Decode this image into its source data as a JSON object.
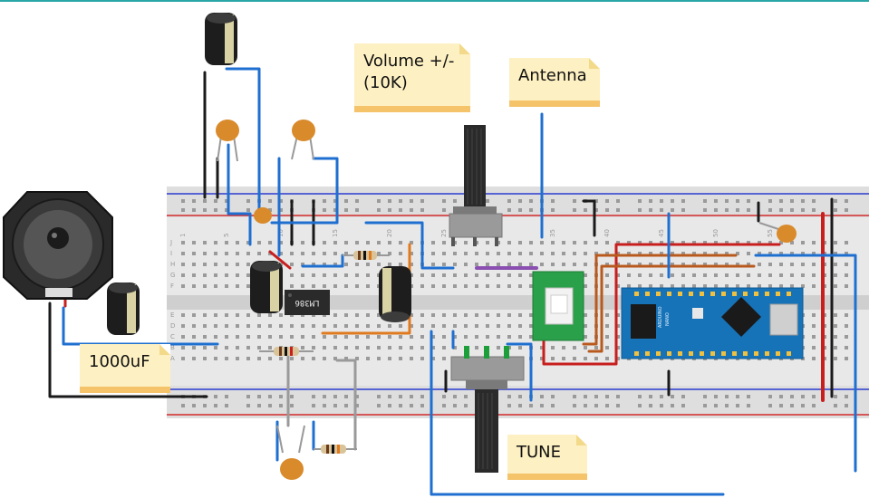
{
  "notes": {
    "volume_line1": "Volume +/-",
    "volume_line2": "(10K)",
    "antenna": "Antenna",
    "capacitor": "1000uF",
    "tune": "TUNE"
  },
  "components": {
    "amp_ic": "LM386",
    "mcu_label_top": "ARDUINO",
    "mcu_label_model": "NANO"
  },
  "breadboard": {
    "row_letters_bottom": [
      "A",
      "B",
      "C",
      "D",
      "E"
    ],
    "row_letters_top": [
      "F",
      "G",
      "H",
      "I",
      "J"
    ],
    "column_numbers": [
      "1",
      "5",
      "10",
      "15",
      "20",
      "25",
      "30",
      "35",
      "40",
      "45",
      "50",
      "55"
    ]
  },
  "colors": {
    "wire_blue": "#1f6fd0",
    "wire_black": "#1a1a1a",
    "wire_red": "#c81e1e",
    "wire_orange": "#e07a1e",
    "wire_purple": "#8a4fb0",
    "wire_gray": "#9a9a9a",
    "board": "#e9e9e9",
    "nano": "#1673b8",
    "note": "#fdf0c2"
  }
}
